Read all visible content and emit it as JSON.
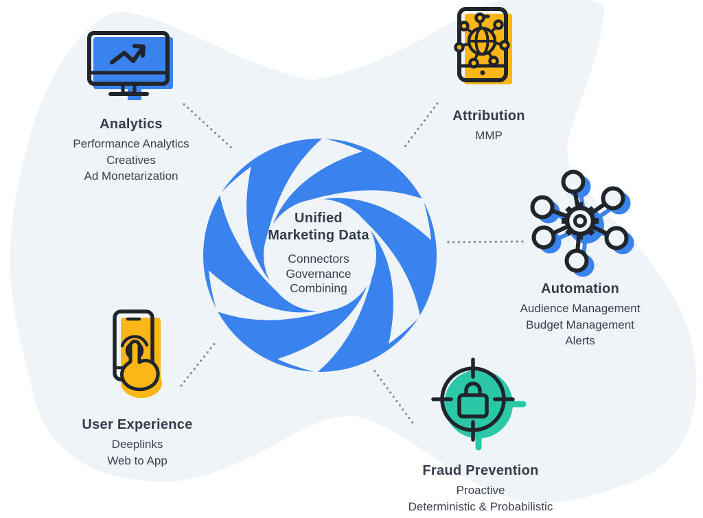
{
  "palette": {
    "blob_bg": "#EFF4F9",
    "page_bg": "#FFFFFF",
    "blue": "#3A82EE",
    "yellow": "#FCB615",
    "teal": "#2BC8A8",
    "ink": "#20242B",
    "text": "#343B4A",
    "dot_gray": "#878B96"
  },
  "center": {
    "logo": "vortex-logo",
    "title_line1": "Unified",
    "title_line2": "Marketing Data",
    "items": [
      "Connectors",
      "Governance",
      "Combining"
    ]
  },
  "nodes": [
    {
      "id": "analytics",
      "icon": "monitor-chart-icon",
      "title": "Analytics",
      "items": [
        "Performance Analytics",
        "Creatives",
        "Ad Monetarization"
      ]
    },
    {
      "id": "attribution",
      "icon": "phone-network-icon",
      "title": "Attribution",
      "items": [
        "MMP"
      ]
    },
    {
      "id": "automation",
      "icon": "network-gear-icon",
      "title": "Automation",
      "items": [
        "Audience Management",
        "Budget Management",
        "Alerts"
      ]
    },
    {
      "id": "user-experience",
      "icon": "phone-tap-icon",
      "title": "User Experience",
      "items": [
        "Deeplinks",
        "Web to App"
      ]
    },
    {
      "id": "fraud-prevention",
      "icon": "target-lock-icon",
      "title": "Fraud Prevention",
      "items": [
        "Proactive",
        "Deterministic & Probabilistic"
      ]
    }
  ]
}
